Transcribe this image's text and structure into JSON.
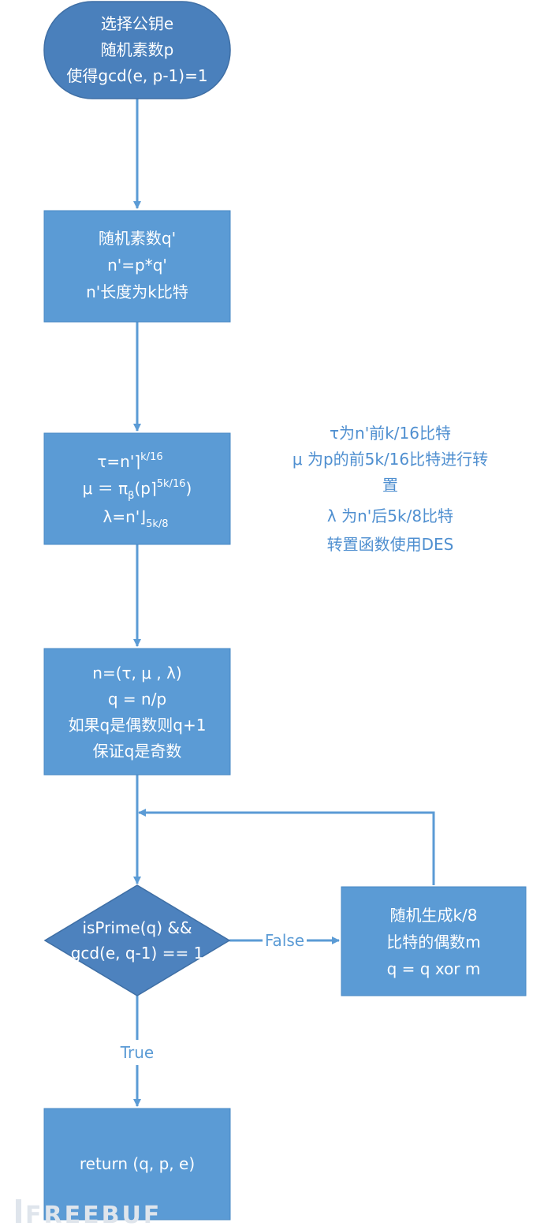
{
  "nodes": {
    "start": {
      "lines": [
        "选择公钥e",
        "随机素数p",
        "使得gcd(e, p-1)=1"
      ]
    },
    "step2": {
      "lines": [
        "随机素数q'",
        "n'=p*q'",
        "n'长度为k比特"
      ]
    },
    "step3": {
      "tau": {
        "text": "τ=n'⌉",
        "sup": "k/16"
      },
      "mu": {
        "text": "μ ＝ π",
        "sub": "β",
        "paren_open": "(p⌉",
        "sup": "5k/16",
        "paren_close": ")"
      },
      "lambda": {
        "text": "λ=n'⌋",
        "sub": "5k/8"
      }
    },
    "step4": {
      "lines": [
        "n=(τ, μ , λ)",
        "q = n/p",
        "如果q是偶数则q+1",
        "保证q是奇数"
      ]
    },
    "decision": {
      "lines": [
        "isPrime(q) &&",
        "gcd(e, q-1) == 1"
      ]
    },
    "random_m": {
      "lines": [
        "随机生成k/8",
        "比特的偶数m",
        "q = q xor m"
      ]
    },
    "end": {
      "lines": [
        "return (q, p, e)"
      ]
    }
  },
  "note": {
    "lines": [
      "τ为n'前k/16比特",
      "μ 为p的前5k/16比特进行转",
      "置",
      "λ 为n'后5k/8比特",
      "转置函数使用DES"
    ]
  },
  "edges": {
    "false_label": "False",
    "true_label": "True"
  },
  "watermark": {
    "text": "FREEBUF"
  },
  "colors": {
    "terminator_fill": "#4a80bc",
    "process_fill": "#5b9bd5",
    "decision_fill": "#4d82be",
    "edge_stroke": "#5b9bd5",
    "note_text": "#4f8fd0",
    "border": "#3f6fa5"
  }
}
